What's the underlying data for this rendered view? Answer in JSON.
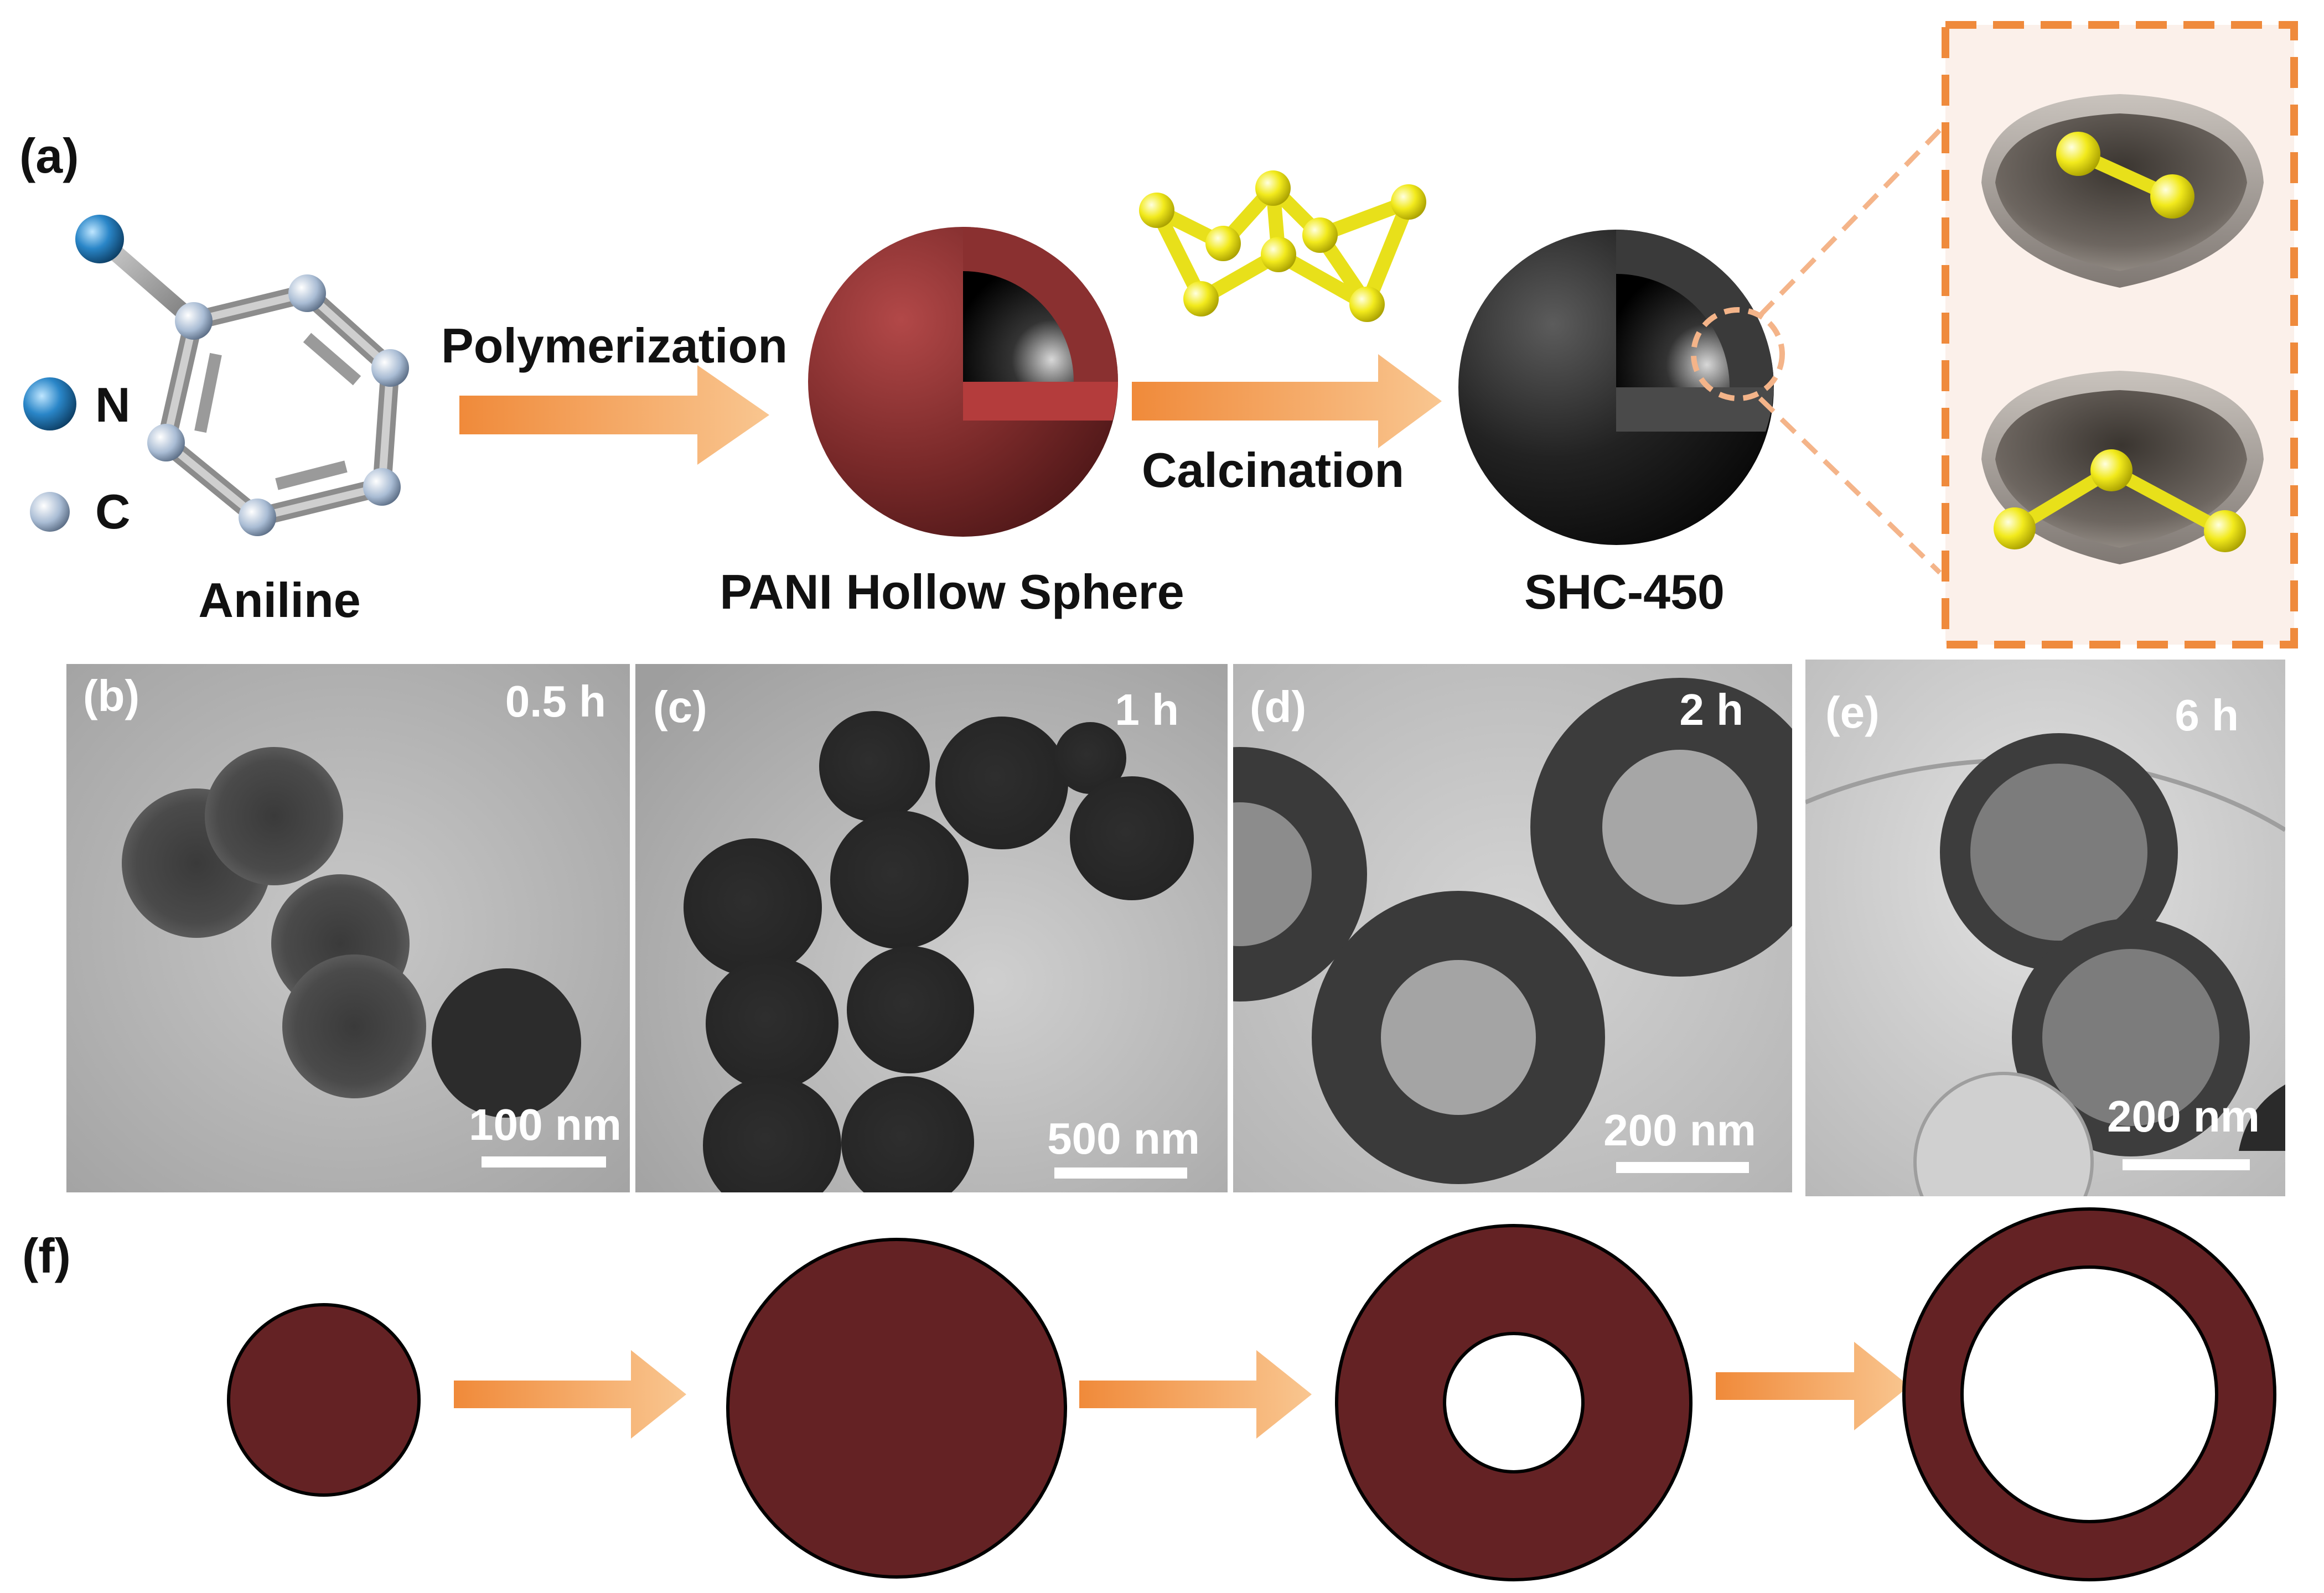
{
  "panel_a": {
    "label": "(a)",
    "legend": {
      "n": "N",
      "c": "C"
    },
    "molecule_name": "Aniline",
    "step1": "Polymerization",
    "product1": "PANI Hollow Sphere",
    "step2": "Calcination",
    "product2": "SHC-450"
  },
  "tem_panels": [
    {
      "label": "(b)",
      "time": "0.5 h",
      "scale": "100 nm"
    },
    {
      "label": "(c)",
      "time": "1 h",
      "scale": "500 nm"
    },
    {
      "label": "(d)",
      "time": "2 h",
      "scale": "200 nm"
    },
    {
      "label": "(e)",
      "time": "6 h",
      "scale": "200 nm"
    }
  ],
  "panel_f": {
    "label": "(f)"
  },
  "colors": {
    "arrow": "#f4a15d",
    "pani": "#642224",
    "carbon": "#1a1a1a",
    "sulfur": "#f2ea1c",
    "inset_border": "#ef8a3c",
    "atom_n": "#2a86c8",
    "atom_c": "#a9bcd4"
  }
}
